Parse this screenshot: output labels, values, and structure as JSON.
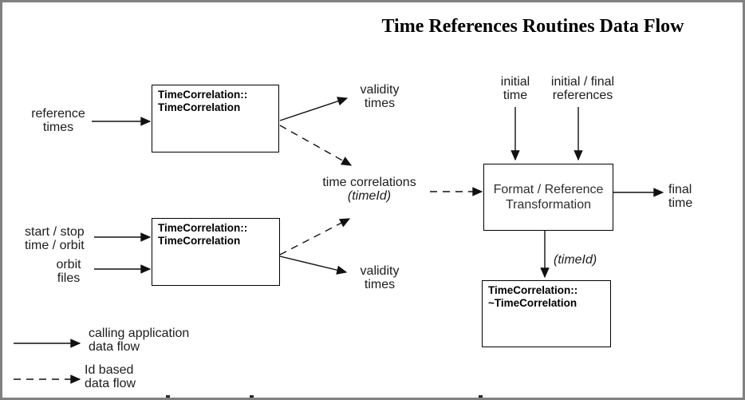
{
  "title": "Time References Routines Data Flow",
  "nodes": {
    "constructor_top": {
      "line1": "TimeCorrelation::",
      "line2": "TimeCorrelation"
    },
    "constructor_bottom": {
      "line1": "TimeCorrelation::",
      "line2": "TimeCorrelation"
    },
    "format_reference": {
      "line1": "Format / Reference",
      "line2": "Transformation"
    },
    "destructor": {
      "line1": "TimeCorrelation::",
      "line2": "~TimeCorrelation"
    }
  },
  "labels": {
    "reference_times": {
      "line1": "reference",
      "line2": "times"
    },
    "validity_times_top": {
      "line1": "validity",
      "line2": "times"
    },
    "time_correlations": {
      "line1": "time correlations",
      "line2": "(timeId)"
    },
    "start_stop_time_orbit": {
      "line1": "start / stop",
      "line2": "time / orbit"
    },
    "orbit_files": {
      "line1": "orbit",
      "line2": "files"
    },
    "validity_times_bottom": {
      "line1": "validity",
      "line2": "times"
    },
    "initial_time": {
      "line1": "initial",
      "line2": "time"
    },
    "initial_final_references": {
      "line1": "initial / final",
      "line2": "references"
    },
    "final_time": {
      "line1": "final",
      "line2": "time"
    },
    "timeid_param": "(timeId)"
  },
  "legend": {
    "solid_flow": {
      "line1": "calling application",
      "line2": "data flow"
    },
    "dashed_flow": {
      "line1": "Id based",
      "line2": "data flow"
    }
  },
  "colors": {
    "ink": "#111111",
    "frame": "#808080",
    "background": "#ffffff"
  }
}
